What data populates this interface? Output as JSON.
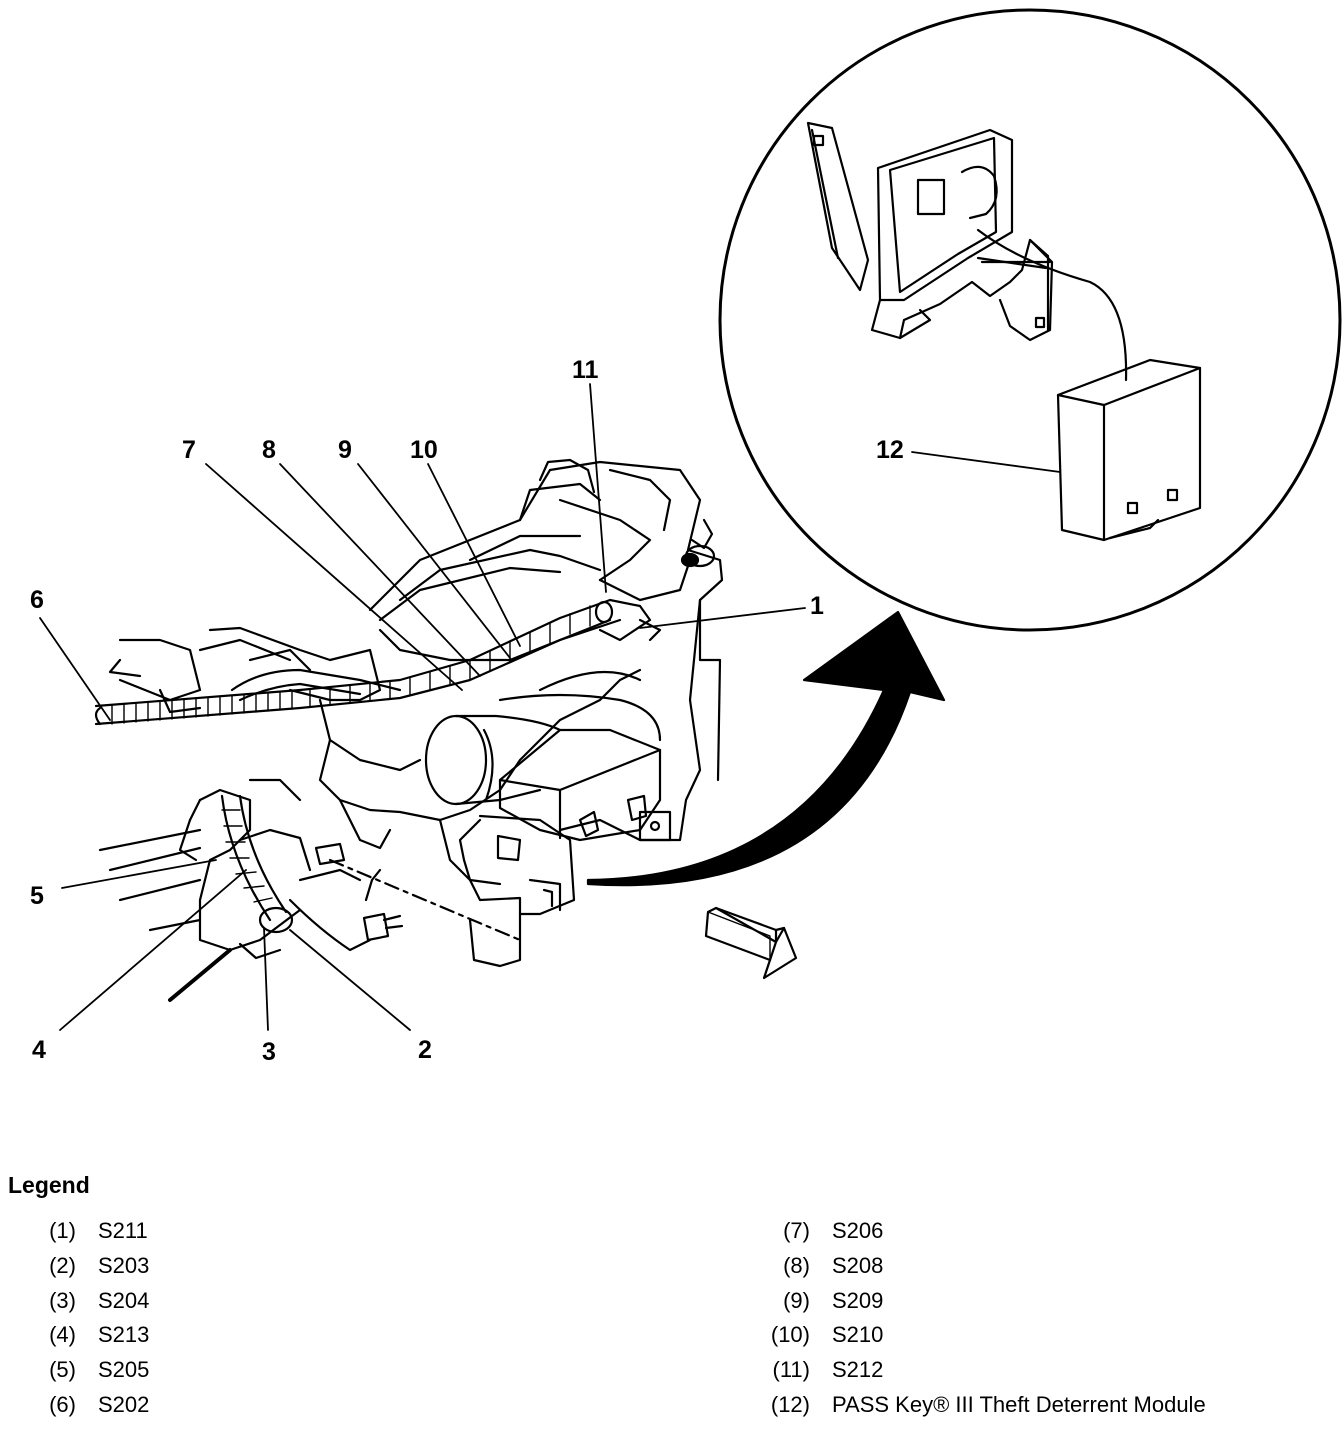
{
  "callouts": [
    "1",
    "2",
    "3",
    "4",
    "5",
    "6",
    "7",
    "8",
    "9",
    "10",
    "11",
    "12"
  ],
  "legend": {
    "title": "Legend",
    "left": [
      {
        "num": "(1)",
        "text": "S211"
      },
      {
        "num": "(2)",
        "text": "S203"
      },
      {
        "num": "(3)",
        "text": "S204"
      },
      {
        "num": "(4)",
        "text": "S213"
      },
      {
        "num": "(5)",
        "text": "S205"
      },
      {
        "num": "(6)",
        "text": "S202"
      }
    ],
    "right": [
      {
        "num": "(7)",
        "text": "S206"
      },
      {
        "num": "(8)",
        "text": "S208"
      },
      {
        "num": "(9)",
        "text": "S209"
      },
      {
        "num": "(10)",
        "text": "S210"
      },
      {
        "num": "(11)",
        "text": "S212"
      },
      {
        "num": "(12)",
        "text": "PASS Key® III Theft Deterrent Module"
      }
    ]
  }
}
